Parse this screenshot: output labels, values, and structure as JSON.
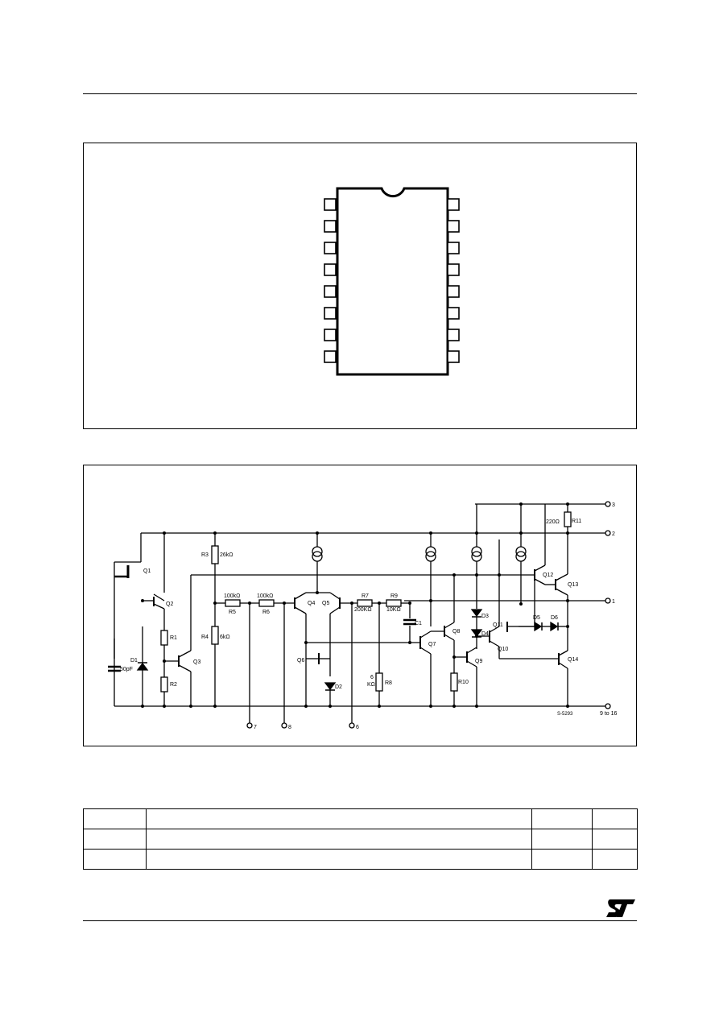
{
  "package": {
    "pins_per_side": 8
  },
  "schematic": {
    "components": {
      "Q1": "Q1",
      "Q2": "Q2",
      "Q3": "Q3",
      "Q4": "Q4",
      "Q5": "Q5",
      "Q6": "Q6",
      "Q7": "Q7",
      "Q8": "Q8",
      "Q9": "Q9",
      "Q10": "Q10",
      "Q11": "Q11",
      "Q12": "Q12",
      "Q13": "Q13",
      "Q14": "Q14",
      "R1": "R1",
      "R2": "R2",
      "R3": "R3",
      "R4": "R4",
      "R5": "R5",
      "R6": "R6",
      "R7": "R7",
      "R8": "R8",
      "R9": "R9",
      "R10": "R10",
      "R11": "R11",
      "D1": "D1",
      "D2": "D2",
      "D3": "D3",
      "D4": "D4",
      "D5": "D5",
      "D6": "D6",
      "C1": "C1"
    },
    "values": {
      "R3": "26kΩ",
      "R4": "6kΩ",
      "R5": "100kΩ",
      "R6": "100kΩ",
      "R7": "200KΩ",
      "R9": "10KΩ",
      "R8a": "6",
      "R8b": "KΩ",
      "R11": "220Ω",
      "D1C": "50pF"
    },
    "pins": {
      "p1": "1",
      "p2": "2",
      "p3": "3",
      "p6": "6",
      "p7": "7",
      "p8": "8",
      "p9_16": "9 to 16"
    },
    "figure_code": "S-5293"
  },
  "colors": {
    "ink": "#000000",
    "background": "#ffffff"
  }
}
